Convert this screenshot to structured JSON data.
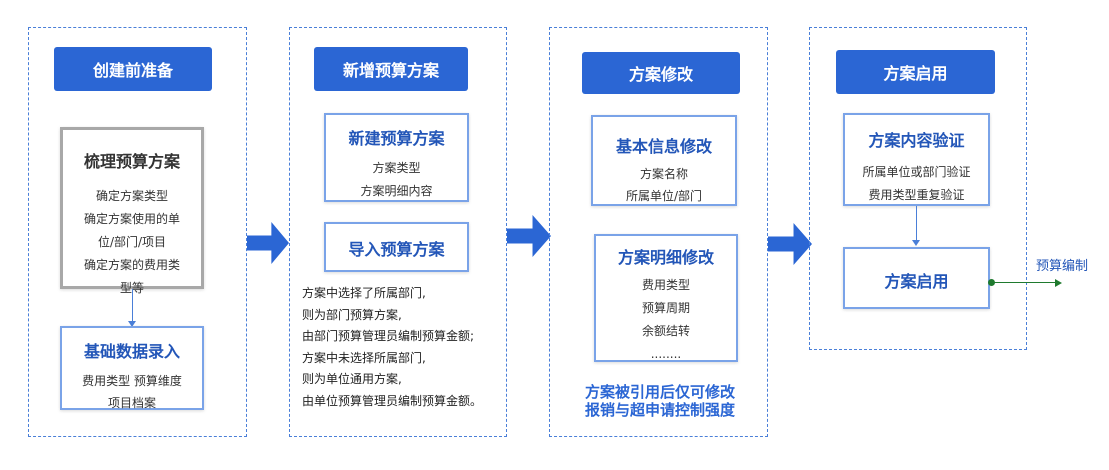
{
  "stage1": {
    "header": "创建前准备",
    "box1": {
      "title": "梳理预算方案",
      "lines": [
        "确定方案类型",
        "确定方案使用的单",
        "位/部门/项目",
        "确定方案的费用类",
        "型等"
      ]
    },
    "box2": {
      "title": "基础数据录入",
      "lines": [
        "费用类型 预算维度",
        "项目档案"
      ]
    }
  },
  "stage2": {
    "header": "新增预算方案",
    "box1": {
      "title": "新建预算方案",
      "lines": [
        "方案类型",
        "方案明细内容"
      ]
    },
    "box2": {
      "title": "导入预算方案"
    },
    "notes": [
      "方案中选择了所属部门,",
      "则为部门预算方案,",
      "由部门预算管理员编制预算金额;",
      "方案中未选择所属部门,",
      "则为单位通用方案,",
      "由单位预算管理员编制预算金额。"
    ]
  },
  "stage3": {
    "header": "方案修改",
    "box1": {
      "title": "基本信息修改",
      "lines": [
        "方案名称",
        "所属单位/部门"
      ]
    },
    "box2": {
      "title": "方案明细修改",
      "lines": [
        "费用类型",
        "预算周期",
        "余额结转",
        "........"
      ]
    },
    "note_lines": [
      "方案被引用后仅可修改",
      "报销与超申请控制强度"
    ]
  },
  "stage4": {
    "header": "方案启用",
    "box1": {
      "title": "方案内容验证",
      "lines": [
        "所属单位或部门验证",
        "费用类型重复验证"
      ]
    },
    "box2": {
      "title": "方案启用"
    }
  },
  "output_label": "预算编制",
  "colors": {
    "primary": "#2b66d4",
    "box_border": "#7aa3e8",
    "gray_border": "#a8a8a8",
    "output_line": "#1f7a2e"
  }
}
